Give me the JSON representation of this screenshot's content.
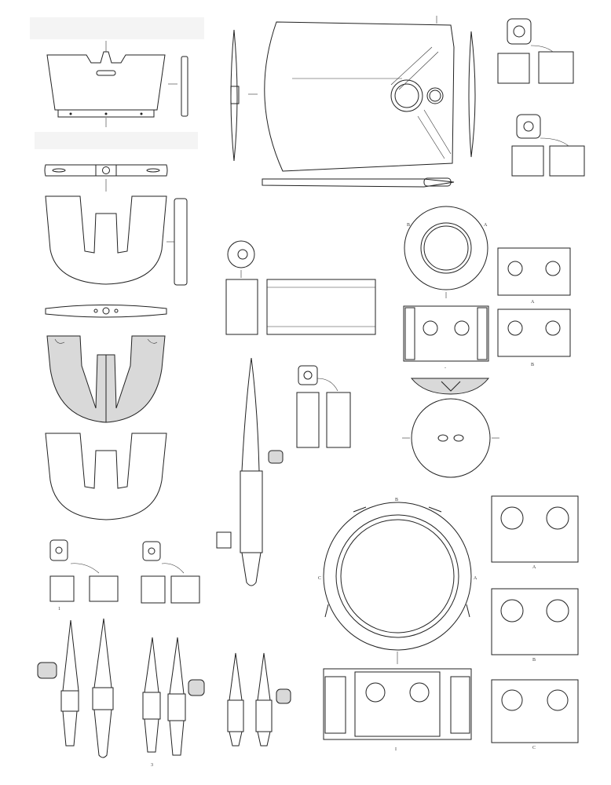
{
  "labels": {
    "disc_b": "B",
    "disc_a": "A",
    "panel_a": "A",
    "panel_b": "B",
    "mid_panel_mark": "-",
    "handle_label_3": "3",
    "ring_b": "B",
    "ring_c": "C",
    "ring_a": "A",
    "ring_i": "I",
    "right_a": "A",
    "right_b": "B",
    "right_c": "C",
    "small_label_1": "1"
  },
  "colors": {
    "ink": "#222222",
    "fill_gray": "#d9d9d9",
    "paper": "#ffffff"
  }
}
